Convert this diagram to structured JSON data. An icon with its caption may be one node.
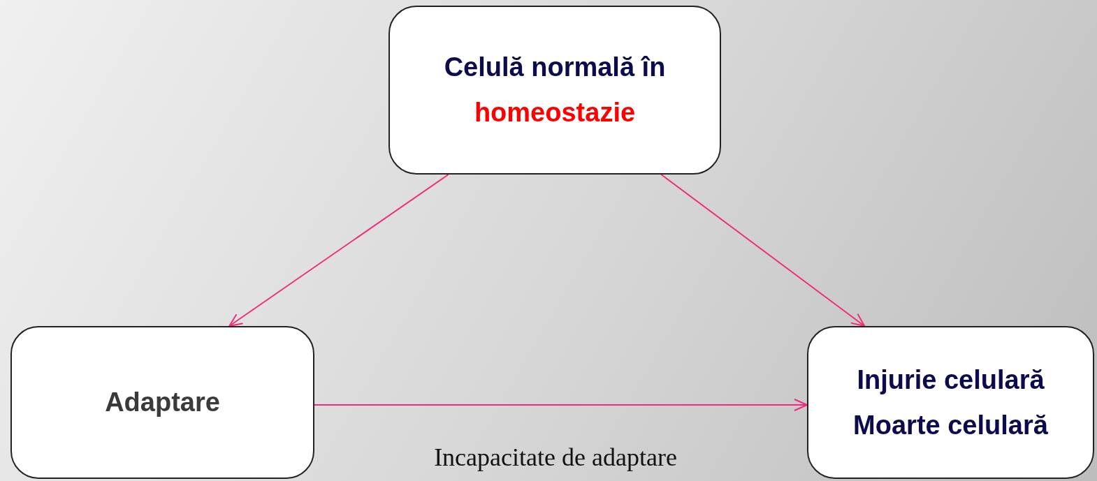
{
  "diagram": {
    "nodes": [
      {
        "text": [
          "Celulă normală în",
          "homeostazie"
        ]
      },
      {
        "text": [
          "Adaptare"
        ]
      },
      {
        "text": [
          "Injurie celulară",
          "Moarte celulară"
        ]
      }
    ],
    "edges": [
      {
        "from": 0,
        "to": 1,
        "arrow": "to"
      },
      {
        "from": 0,
        "to": 2,
        "arrow": "to"
      },
      {
        "from": 1,
        "to": 2,
        "arrow": "to",
        "label": "Incapacitate de adaptare"
      }
    ]
  }
}
